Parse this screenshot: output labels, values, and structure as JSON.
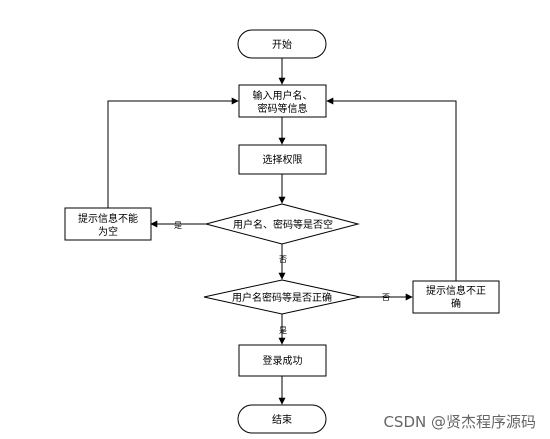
{
  "nodes": {
    "start": "开始",
    "input_line1": "输入用户名、",
    "input_line2": "密码等信息",
    "select_permission": "选择权限",
    "check_empty": "用户名、密码等是否空",
    "empty_msg_line1": "提示信息不能",
    "empty_msg_line2": "为空",
    "check_correct": "用户名密码等是否正确",
    "incorrect_msg_line1": "提示信息不正",
    "incorrect_msg_line2": "确",
    "login_success": "登录成功",
    "end": "结束"
  },
  "edge_labels": {
    "empty_yes": "是",
    "empty_no": "否",
    "correct_no": "否",
    "correct_yes": "是"
  },
  "watermark": "CSDN @贤杰程序源码"
}
